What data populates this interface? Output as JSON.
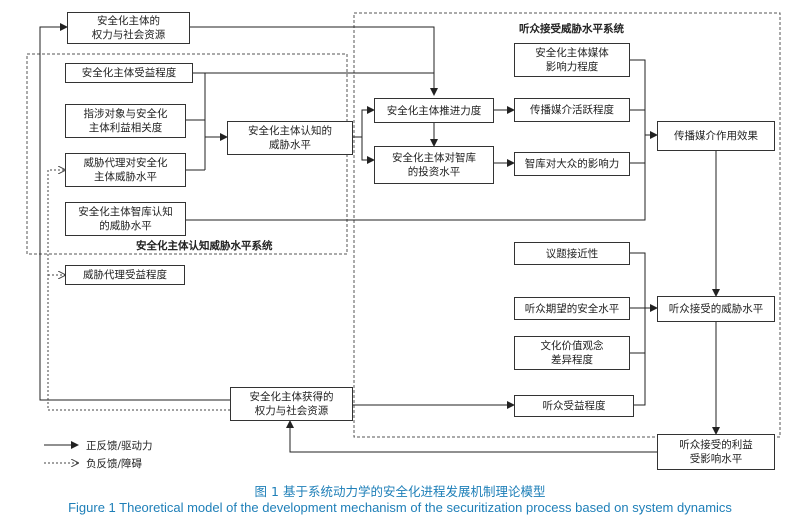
{
  "groups": {
    "audience_system": "听众接受威胁水平系统",
    "actor_system": "安全化主体认知威胁水平系统"
  },
  "nodes": {
    "actor_power_top": "安全化主体的\n权力与社会资源",
    "actor_benefit": "安全化主体受益程度",
    "referent_relevance": "指涉对象与安全化\n主体利益相关度",
    "agent_threat": "威胁代理对安全化\n主体威胁水平",
    "think_tank_cognition": "安全化主体智库认知\n的威胁水平",
    "agent_benefit": "威胁代理受益程度",
    "actor_cognition": "安全化主体认知的\n威胁水平",
    "actor_push": "安全化主体推进力度",
    "actor_investment": "安全化主体对智库\n的投资水平",
    "media_influence": "安全化主体媒体\n影响力程度",
    "media_activity": "传播媒介活跃程度",
    "think_tank_influence": "智库对大众的影响力",
    "media_effect": "传播媒介作用效果",
    "issue_proximity": "议题接近性",
    "expected_security": "听众期望的安全水平",
    "cultural_difference": "文化价值观念\n差异程度",
    "audience_threat": "听众接受的威胁水平",
    "actor_power_bottom": "安全化主体获得的\n权力与社会资源",
    "audience_benefit": "听众受益程度",
    "audience_interest": "听众接受的利益\n受影响水平"
  },
  "legend": {
    "positive": "正反馈/驱动力",
    "negative": "负反馈/障碍"
  },
  "caption": {
    "cn": "图 1  基于系统动力学的安全化进程发展机制理论模型",
    "en": "Figure 1  Theoretical model of the development mechanism of the securitization process based on system dynamics"
  },
  "colors": {
    "caption": "#1e7fb8",
    "line": "#222222"
  }
}
